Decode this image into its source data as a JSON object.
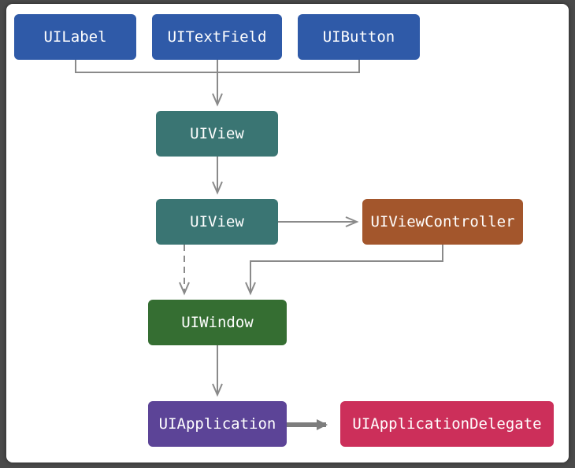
{
  "colors": {
    "control_blue": "#2f5aa8",
    "view_teal": "#3a7573",
    "controller_brown": "#a3562c",
    "window_green": "#356e32",
    "application_purple": "#5c4497",
    "delegate_pink": "#cc2f5a",
    "connector_gray": "#8a8a8a"
  },
  "nodes": {
    "uilabel": "UILabel",
    "uitextfield": "UITextField",
    "uibutton": "UIButton",
    "uiview_top": "UIView",
    "uiview_bottom": "UIView",
    "uiviewcontroller": "UIViewController",
    "uiwindow": "UIWindow",
    "uiapplication": "UIApplication",
    "uiapplicationdelegate": "UIApplicationDelegate"
  }
}
